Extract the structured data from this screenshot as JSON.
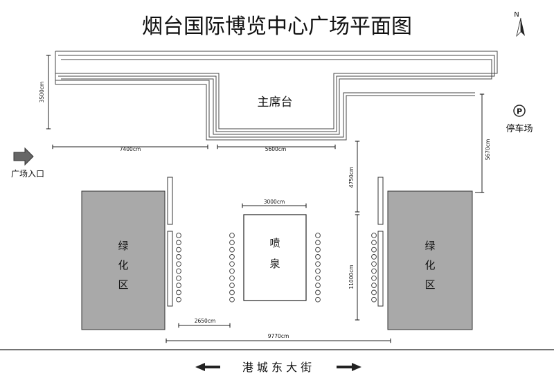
{
  "title": "烟台国际博览中心广场平面图",
  "compass": {
    "letter": "N"
  },
  "labels": {
    "stage": "主席台",
    "parking": "停车场",
    "parking_symbol": "P",
    "entrance": "广场入口",
    "fountain_1": "喷",
    "fountain_2": "泉",
    "green_left": [
      "绿",
      "化",
      "区"
    ],
    "green_right": [
      "绿",
      "化",
      "区"
    ],
    "street": "港 城 东 大 街"
  },
  "dimensions": {
    "d1": "3500cm",
    "d2": "7400cm",
    "d3": "5600cm",
    "d4": "5670cm",
    "d5": "4750cm",
    "d6": "3000cm",
    "d7": "11000cm",
    "d8": "2650cm",
    "d9": "9770cm"
  },
  "colors": {
    "green_area": "#a9a9a9",
    "line": "#222222",
    "stage_band": "#e2e2e2"
  }
}
